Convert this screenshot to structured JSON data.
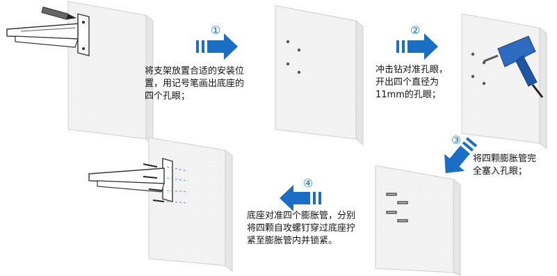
{
  "steps": [
    {
      "num": "",
      "caption": "将支架放置合适的安装位\n置，用记号笔画出底座的\n四个孔眼；"
    },
    {
      "num": "①",
      "caption": ""
    },
    {
      "num": "②",
      "caption": "冲击钻对准孔眼，\n开出四个直径为\n11mm的孔眼；"
    },
    {
      "num": "③",
      "caption": "将四颗膨胀管完\n全塞入孔眼；"
    },
    {
      "num": "④",
      "caption": "底座对准四个膨胀管，分别\n将四颗自攻螺钉穿过底座拧\n紧至膨胀管内并锁紧。"
    }
  ],
  "icons": {
    "marker": "marker-pen-icon",
    "drill": "impact-drill-icon",
    "arrow": "step-arrow-icon",
    "bracket": "wall-bracket-icon"
  },
  "colors": {
    "accent": "#1a6fc4",
    "wall": "#f4f4f4",
    "wall_edge": "#d8d8d8",
    "text": "#111111"
  }
}
